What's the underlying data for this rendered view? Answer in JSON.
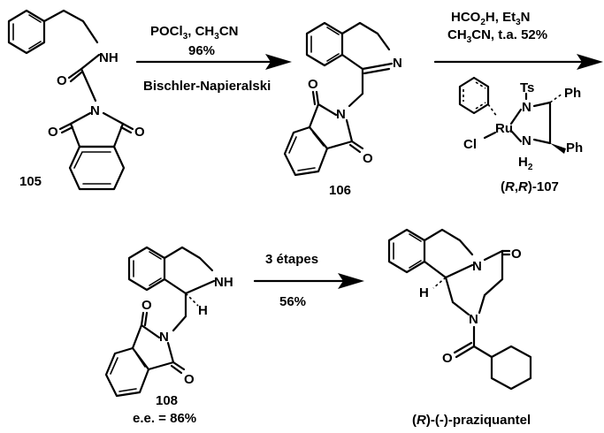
{
  "compounds": {
    "c105": {
      "label": "105"
    },
    "c106": {
      "label": "106"
    },
    "c107": {
      "label_open": "(",
      "label_r1": "R",
      "label_comma": ",",
      "label_r2": "R",
      "label_close": ")-107"
    },
    "c108": {
      "label": "108",
      "ee": "e.e. = 86%"
    },
    "praziquantel": {
      "label_open": "(",
      "label_r": "R",
      "label_rest": ")-(-)-praziquantel"
    }
  },
  "arrows": {
    "step1": {
      "reagents_a": "POCl",
      "reagents_a_sub": "3",
      "reagents_b": ", CH",
      "reagents_b_sub": "3",
      "reagents_c": "CN",
      "yield": "96%",
      "name": "Bischler-Napieralski"
    },
    "step2": {
      "line1_a": "HCO",
      "line1_sub": "2",
      "line1_b": "H, Et",
      "line1_sub2": "3",
      "line1_c": "N",
      "line2_a": "CH",
      "line2_sub": "3",
      "line2_b": "CN, t.a.  52%"
    },
    "step3": {
      "reagents": "3 étapes",
      "yield": "56%"
    }
  },
  "atoms": {
    "nh": "NH",
    "n": "N",
    "o": "O",
    "h": "H",
    "ts": "Ts",
    "ph": "Ph",
    "ru": "Ru",
    "cl": "Cl",
    "h2_a": "H",
    "h2_sub": "2"
  }
}
